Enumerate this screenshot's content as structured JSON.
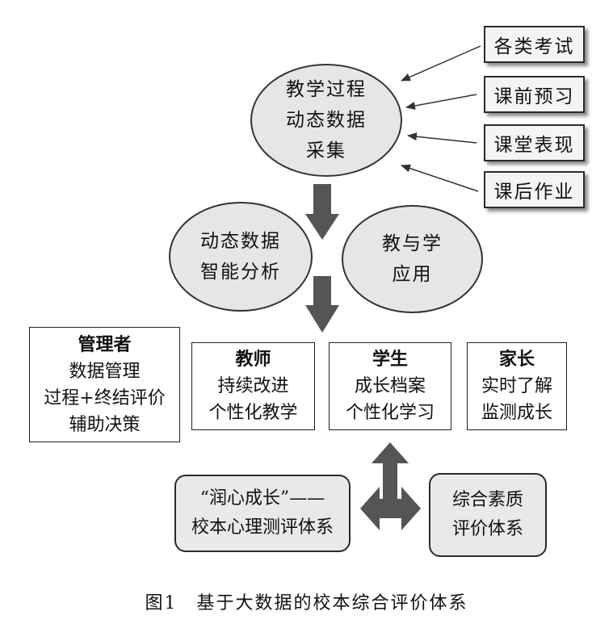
{
  "sources": [
    "各类考试",
    "课前预习",
    "课堂表现",
    "课后作业"
  ],
  "collection": [
    "教学过程",
    "动态数据",
    "采集"
  ],
  "analysis": [
    "动态数据",
    "智能分析"
  ],
  "application": [
    "教与学",
    "应用"
  ],
  "roles": [
    {
      "title": "管理者",
      "lines": [
        "数据管理",
        "过程+终结评价",
        "辅助决策"
      ]
    },
    {
      "title": "教师",
      "lines": [
        "持续改进",
        "个性化教学"
      ]
    },
    {
      "title": "学生",
      "lines": [
        "成长档案",
        "个性化学习"
      ]
    },
    {
      "title": "家长",
      "lines": [
        "实时了解",
        "监测成长"
      ]
    }
  ],
  "systems": [
    {
      "lines": [
        "“润心成长”——",
        "校本心理测评体系"
      ]
    },
    {
      "lines": [
        "综合素质",
        "评价体系"
      ]
    }
  ],
  "caption": "图1　基于大数据的校本综合评价体系",
  "colors": {
    "ellipse_fill": "#e6e6e6",
    "system_fill": "#e9e9e9",
    "arrow": "#555555",
    "thin_arrow": "#333333"
  }
}
